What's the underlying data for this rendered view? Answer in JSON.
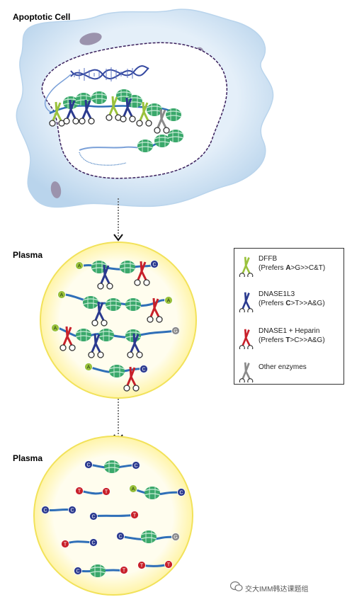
{
  "labels": {
    "apoptotic_cell": "Apoptotic Cell",
    "plasma_top": "Plasma",
    "plasma_bottom": "Plasma"
  },
  "legend": [
    {
      "name": "DFFB",
      "prefix": "(Prefers ",
      "bold": "A",
      "rest": ">G>>C&T)",
      "color": "#9ac23c"
    },
    {
      "name": "DNASE1L3",
      "prefix": "(Prefers ",
      "bold": "C",
      "rest": ">T>>A&G)",
      "color": "#2b3a8f"
    },
    {
      "name": "DNASE1 + Heparin",
      "prefix": "(Prefers ",
      "bold": "T",
      "rest": ">C>>A&G)",
      "color": "#c8202a"
    },
    {
      "name": "Other enzymes",
      "prefix": "",
      "bold": "",
      "rest": "",
      "color": "#8a8a8a"
    }
  ],
  "end_markers": {
    "A": {
      "letter": "A",
      "color": "#9ac23c"
    },
    "C": {
      "letter": "C",
      "color": "#2b3a8f"
    },
    "T": {
      "letter": "T",
      "color": "#c8202a"
    },
    "G": {
      "letter": "G",
      "color": "#8a8a8a"
    }
  },
  "watermark": "交大IMM韩达课题组",
  "colors": {
    "cell_fill": "#d5e6f4",
    "nucleus_fill": "#ffffff",
    "nucleus_border": "#3a1f5c",
    "plasma_fill": "#fffce5",
    "plasma_border": "#f2e25a",
    "dna_blue": "#2f6fb8",
    "nucleosome": "#3aa86b"
  }
}
